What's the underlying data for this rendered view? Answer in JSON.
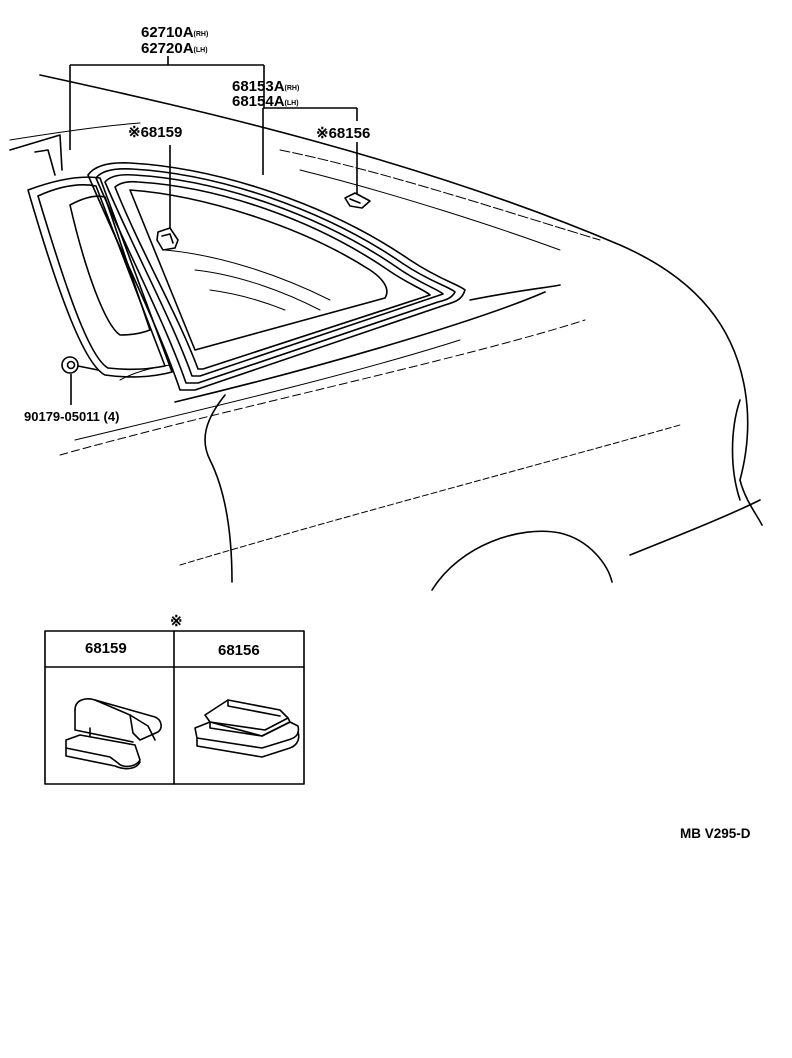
{
  "labels": {
    "quarter_glass_rh": "62710A",
    "quarter_glass_rh_suffix": "(RH)",
    "quarter_glass_lh": "62720A",
    "quarter_glass_lh_suffix": "(LH)",
    "moulding_rh": "68153A",
    "moulding_rh_suffix": "(RH)",
    "moulding_lh": "68154A",
    "moulding_lh_suffix": "(LH)",
    "clip_a": "※68159",
    "clip_b": "※68156",
    "nut": "90179-05011 (4)"
  },
  "detail_box": {
    "marker": "※",
    "col1_part": "68159",
    "col2_part": "68156"
  },
  "diagram_code": "MB V295-D"
}
